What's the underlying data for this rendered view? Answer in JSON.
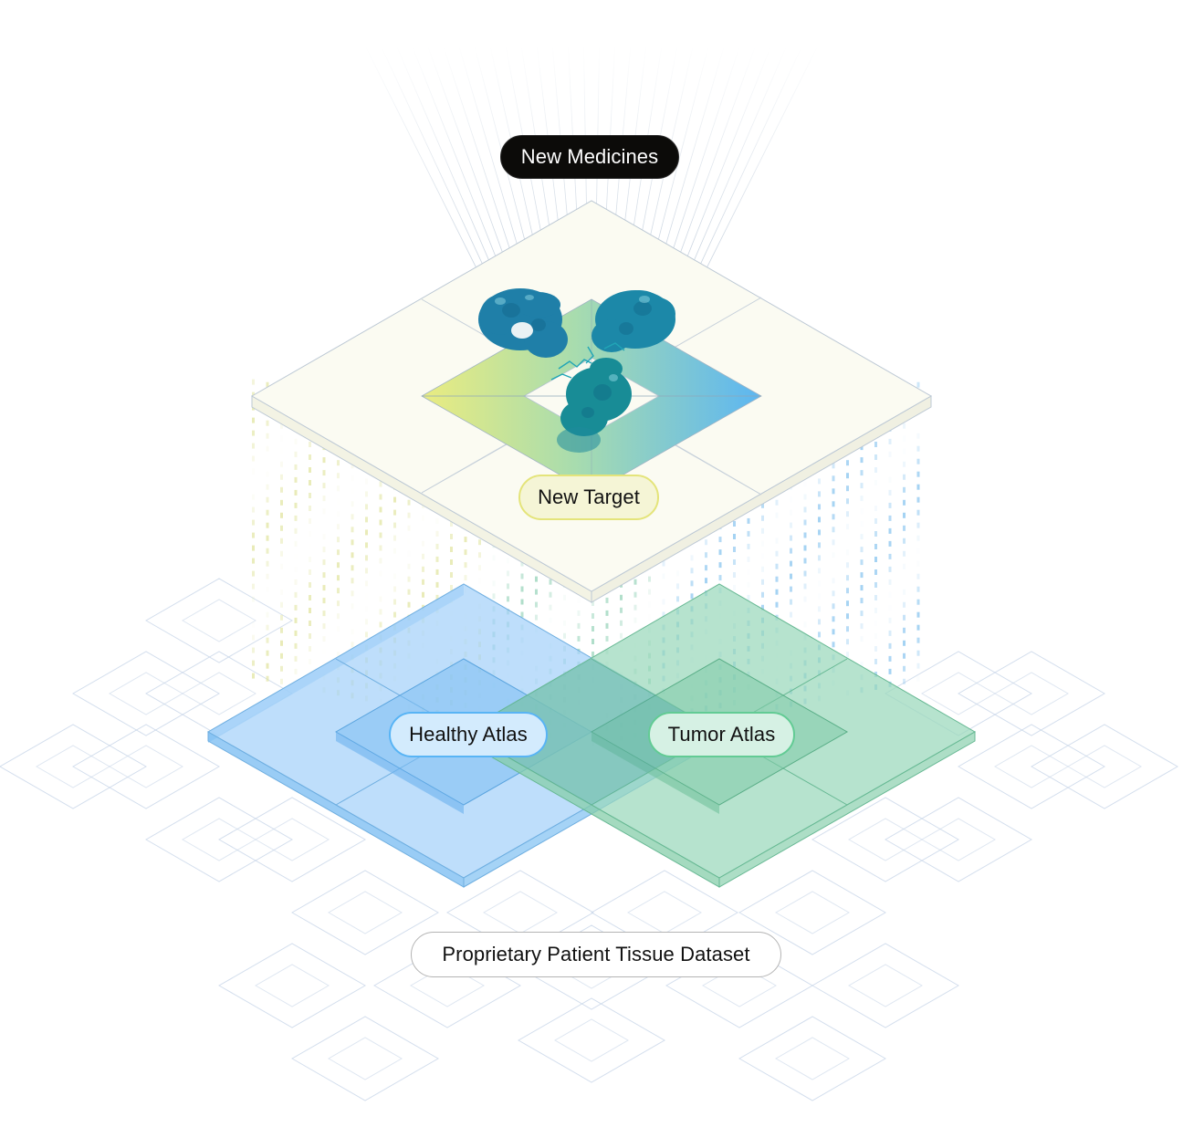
{
  "labels": {
    "top_output": "New Medicines",
    "target": "New Target",
    "healthy_atlas": "Healthy Atlas",
    "tumor_atlas": "Tumor Atlas",
    "dataset": "Proprietary Patient Tissue Dataset"
  },
  "colors": {
    "dark_pill": "#0c0b09",
    "target_fill": "#f5f5d6",
    "target_border": "#e4e47a",
    "healthy_fill": "#d3ebfd",
    "healthy_border": "#58b4f5",
    "tumor_fill": "#d6f1e4",
    "tumor_border": "#62cb94",
    "grid_line": "#c4d3e6",
    "top_slab": "#fafaf0",
    "gradient_yellow": "#e8ea7c",
    "gradient_blue": "#5cb6f2",
    "protein": "#1a7c9a"
  },
  "icons": {
    "protein": "antibody-protein-icon"
  }
}
